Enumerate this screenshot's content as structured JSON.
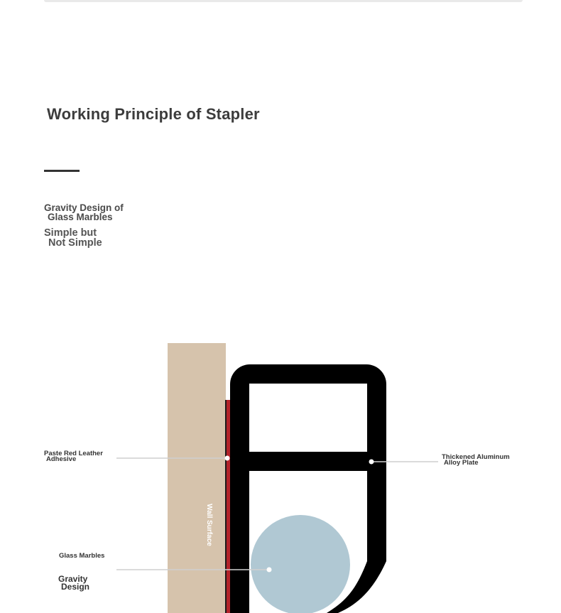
{
  "page": {
    "title": "Working Principle of Stapler",
    "subtitle_1": [
      "Gravity Design of",
      "Glass Marbles"
    ],
    "subtitle_2": [
      "Simple but",
      "Not Simple"
    ]
  },
  "diagram": {
    "wall_label": "Wall Surface",
    "labels": {
      "adhesive": [
        "Paste Red Leather",
        "Adhesive"
      ],
      "aluminum": [
        "Thickened Aluminum",
        "Alloy Plate"
      ],
      "marbles": "Glass Marbles",
      "gravity": [
        "Gravity",
        "Design"
      ]
    },
    "colors": {
      "wall": "#d6c3ac",
      "adhesive": "#b3232a",
      "frame": "#000000",
      "marble": "#b0c8d3",
      "leader": "#cfcfcf"
    }
  }
}
